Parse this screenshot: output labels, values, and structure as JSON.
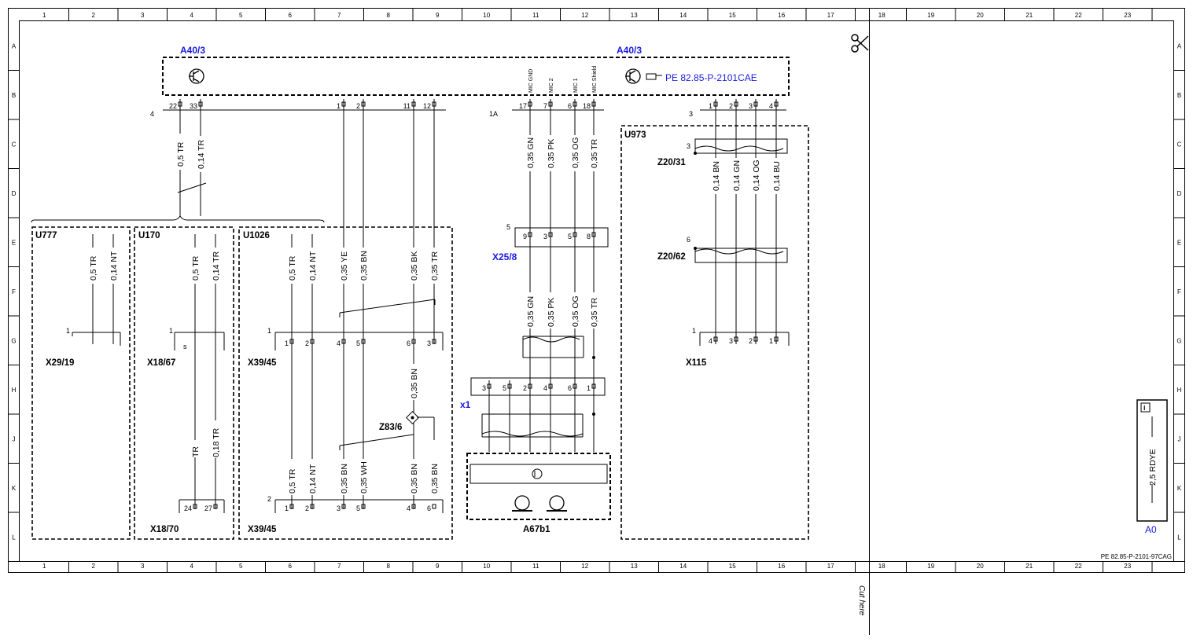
{
  "grid": {
    "cols_left": [
      "1",
      "2",
      "3",
      "4",
      "5",
      "6",
      "7",
      "8",
      "9",
      "10",
      "11",
      "12",
      "13",
      "14",
      "15",
      "16",
      "17"
    ],
    "cols_right": [
      "18",
      "19",
      "20",
      "21",
      "22",
      "23"
    ],
    "rows": [
      "A",
      "B",
      "C",
      "D",
      "E",
      "F",
      "G",
      "H",
      "J",
      "K",
      "L"
    ]
  },
  "title_block": {
    "doc_number": "PE 82.85-P-2101-97CAG"
  },
  "cut": {
    "label": "Cut here"
  },
  "info": {
    "icon_label": "i",
    "wire_label": "2,5 RDYE",
    "ref": "A0"
  },
  "modules": {
    "a40_left": "A40/3",
    "a40_right": "A40/3",
    "pe_link": "PE 82.85-P-2101CAE",
    "a40_pins": [
      "22",
      "33",
      "1",
      "2",
      "11",
      "12",
      "17",
      "7",
      "6",
      "18",
      "1",
      "2",
      "3",
      "4"
    ],
    "a40_conn_left": "4",
    "a40_conn_mid": "1A",
    "a40_conn_right": "3",
    "mic_labels": [
      "MIC GND",
      "MIC 2",
      "MIC 1",
      "MIC Shield"
    ]
  },
  "variants": {
    "u777": "U777",
    "u170": "U170",
    "u1026": "U1026",
    "u973": "U973"
  },
  "connectors": {
    "x29_19": "X29/19",
    "x18_67": "X18/67",
    "x18_70": "X18/70",
    "x39_45_top": "X39/45",
    "x39_45_bot": "X39/45",
    "x25_8": "X25/8",
    "x1": "x1",
    "x115": "X115",
    "z20_31": "Z20/31",
    "z20_62": "Z20/62",
    "z83_6": "Z83/6",
    "a67b1": "A67b1",
    "x29_num": "1",
    "x18_67_num": "1",
    "x39_top_num": "1",
    "x39_bot_num": "2",
    "x25_num": "5",
    "z20_31_num": "3",
    "z20_62_num": "6",
    "x115_num": "1",
    "x18_67_pin_s": "s",
    "x18_70_pins": [
      "24",
      "27"
    ],
    "x39_top_pins": [
      "1",
      "2",
      "4",
      "5",
      "6",
      "3"
    ],
    "x39_bot_pins": [
      "1",
      "2",
      "3",
      "5",
      "4",
      "6"
    ],
    "x25_pins": [
      "9",
      "3",
      "5",
      "8"
    ],
    "x1_pins": [
      "3",
      "5",
      "2",
      "4",
      "6",
      "1"
    ],
    "x115_pins": [
      "4",
      "3",
      "2",
      "1"
    ]
  },
  "wires": {
    "a40_l1": "0,5 TR",
    "a40_l2": "0,14 TR",
    "u777_1": "0,5 TR",
    "u777_2": "0,14 NT",
    "u170_1": "0,5 TR",
    "u170_2": "0,14 TR",
    "u170_3": "TR",
    "u170_4": "0,18 TR",
    "u1026_1": "0,5 TR",
    "u1026_2": "0,14 NT",
    "u1026_3": "0,35 YE",
    "u1026_4": "0,35 BN",
    "u1026_5": "0,35 BK",
    "u1026_6": "0,35 TR",
    "u1026_7": "0,35 BN",
    "u1026_b1": "0,5 TR",
    "u1026_b2": "0,14 NT",
    "u1026_b3": "0,35 BN",
    "u1026_b4": "0,35 WH",
    "u1026_b5": "0,35 BN",
    "u1026_b6": "0,35 BN",
    "mic_t1": "0,35 GN",
    "mic_t2": "0,35 PK",
    "mic_t3": "0,35 OG",
    "mic_t4": "0,35 TR",
    "mic_b1": "0,35 GN",
    "mic_b2": "0,35 PK",
    "mic_b3": "0,35 OG",
    "mic_b4": "0,35 TR",
    "u973_1": "0,14 BN",
    "u973_2": "0,14 GN",
    "u973_3": "0,14 OG",
    "u973_4": "0,14 BU"
  }
}
